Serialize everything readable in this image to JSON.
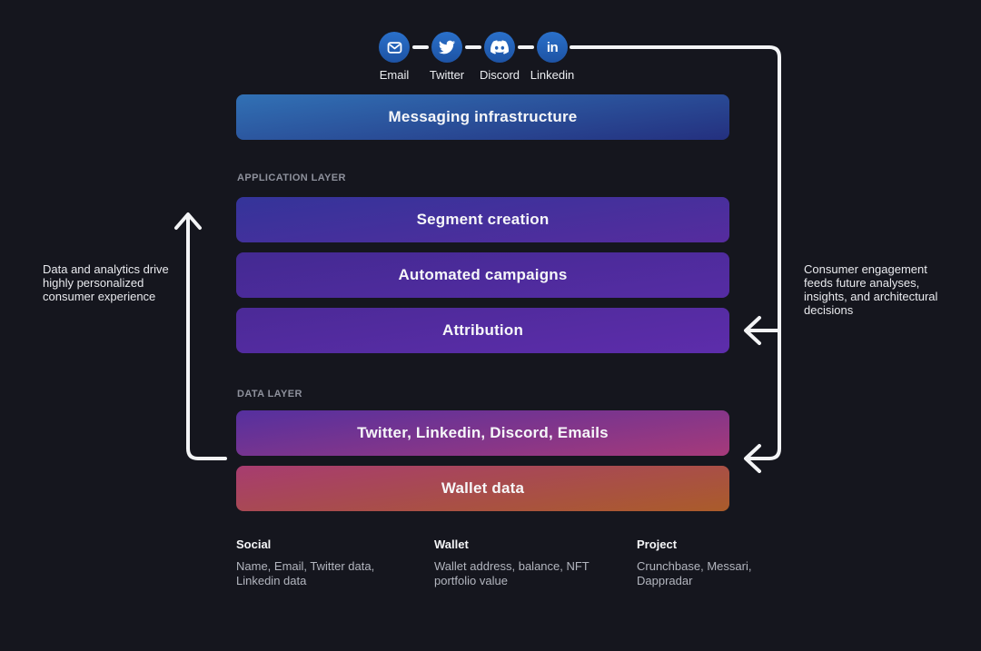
{
  "colors": {
    "background": "#15161e",
    "flow_line": "#f3f4f6",
    "icon_circle_top": "#2a70ca",
    "icon_circle_bottom": "#1d53a4"
  },
  "icons_row": {
    "items": [
      {
        "name": "email",
        "label": "Email"
      },
      {
        "name": "twitter",
        "label": "Twitter"
      },
      {
        "name": "discord",
        "label": "Discord"
      },
      {
        "name": "linkedin",
        "label": "Linkedin"
      }
    ],
    "linkedin_glyph": "in"
  },
  "stack": {
    "messaging_bar": {
      "label": "Messaging infrastructure",
      "gradient": {
        "from": "#3171b5",
        "to": "#24307f"
      }
    },
    "application_layer": {
      "heading": "APPLICATION LAYER",
      "bars": [
        {
          "label": "Segment creation",
          "gradient": {
            "from": "#34349a",
            "to": "#562c9e"
          }
        },
        {
          "label": "Automated campaigns",
          "gradient": {
            "from": "#432a92",
            "to": "#562ca4"
          }
        },
        {
          "label": "Attribution",
          "gradient": {
            "from": "#4b2a97",
            "to": "#5d2dab"
          }
        }
      ]
    },
    "data_layer": {
      "heading": "DATA LAYER",
      "bars": [
        {
          "label": "Twitter, Linkedin, Discord, Emails",
          "gradient": {
            "from": "#55309f",
            "to": "#a63a7a"
          }
        },
        {
          "label": "Wallet data",
          "gradient": {
            "from": "#a73c70",
            "to": "#aa5c2a"
          }
        }
      ]
    }
  },
  "annotations": {
    "left": "Data and analytics drive highly personalized consumer experience",
    "right": "Consumer engagement feeds future analyses, insights, and architectural decisions"
  },
  "footnotes": [
    {
      "heading": "Social",
      "body": "Name,  Email, Twitter data, Linkedin data"
    },
    {
      "heading": "Wallet",
      "body": "Wallet address, balance, NFT portfolio value"
    },
    {
      "heading": "Project",
      "body": "Crunchbase, Messari, Dappradar"
    }
  ]
}
